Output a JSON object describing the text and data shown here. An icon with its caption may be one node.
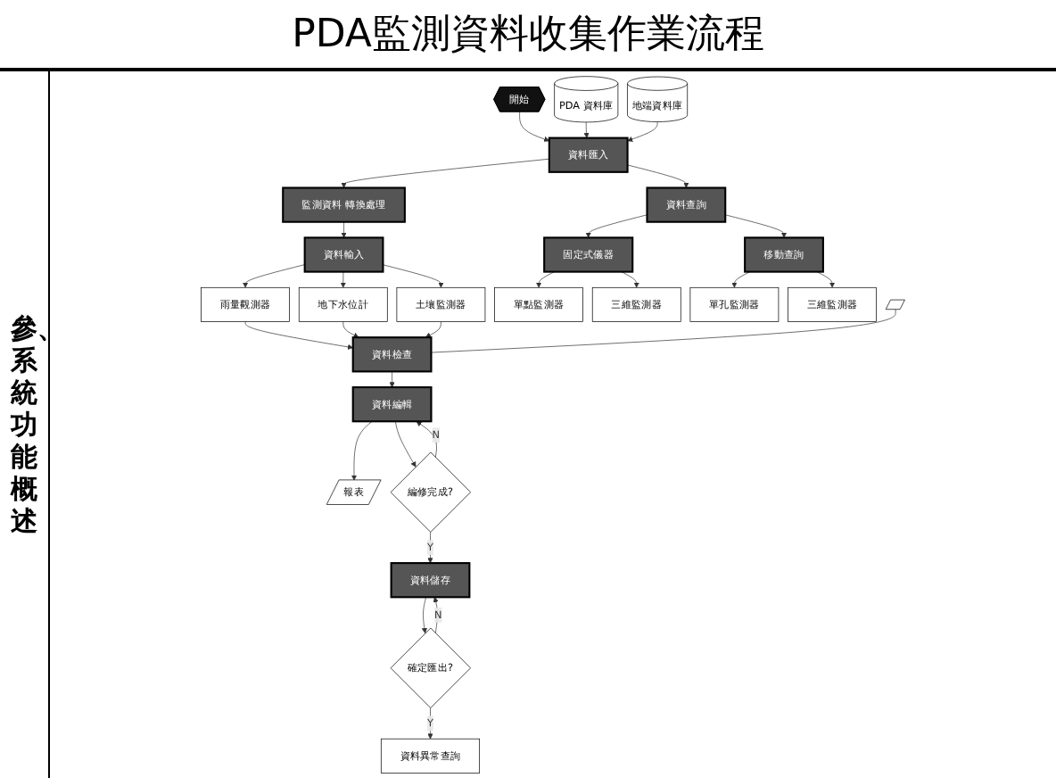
{
  "diagram": {
    "title": "PDA監測資料收集作業流程",
    "nodes": [
      {
        "text": [
          "開始"
        ]
      },
      {
        "text": [
          "PDA 資料庫"
        ]
      },
      {
        "text": [
          "資料匯入"
        ]
      },
      {
        "text": [
          "地端資料庫"
        ]
      },
      {
        "text": [
          "監測資料 轉換處理"
        ]
      },
      {
        "text": [
          "資料查詢"
        ]
      },
      {
        "text": [
          "資料輸入"
        ]
      },
      {
        "text": [
          "固定式儀器"
        ]
      },
      {
        "text": [
          "移動查詢"
        ]
      },
      {
        "text": [
          "雨量觀測器"
        ]
      },
      {
        "text": [
          "地下水位計"
        ]
      },
      {
        "text": [
          "土壤監測器"
        ]
      },
      {
        "text": [
          "單點監測器"
        ]
      },
      {
        "text": [
          "三維監測器"
        ]
      },
      {
        "text": [
          "單孔監測器"
        ]
      },
      {
        "text": [
          "三維監測器"
        ]
      },
      {
        "text": [],
        "shape": "parallelogram"
      },
      {
        "text": [
          "資料檢查"
        ]
      },
      {
        "text": [
          "資料編輯"
        ]
      },
      {
        "text": [
          "報表"
        ]
      },
      {
        "text": [
          "編修完成?"
        ]
      },
      {
        "text": [
          "資料儲存"
        ]
      },
      {
        "text": [
          "確定匯出?"
        ]
      },
      {
        "text": [
          "資料異常查詢"
        ]
      }
    ],
    "edges": [
      {
        "from": 0,
        "to": 2,
        "arrow": "to"
      },
      {
        "from": 1,
        "to": 2,
        "arrow": "to"
      },
      {
        "from": 3,
        "to": 2,
        "arrow": "to"
      },
      {
        "from": 2,
        "to": 4,
        "arrow": "to"
      },
      {
        "from": 2,
        "to": 5,
        "arrow": "to"
      },
      {
        "from": 4,
        "to": 6,
        "arrow": "to"
      },
      {
        "from": 6,
        "to": 9,
        "arrow": "to"
      },
      {
        "from": 6,
        "to": 10,
        "arrow": "to"
      },
      {
        "from": 6,
        "to": 11,
        "arrow": "to"
      },
      {
        "from": 5,
        "to": 7,
        "arrow": "to"
      },
      {
        "from": 5,
        "to": 8,
        "arrow": "to"
      },
      {
        "from": 7,
        "to": 12,
        "arrow": "to"
      },
      {
        "from": 7,
        "to": 13,
        "arrow": "to"
      },
      {
        "from": 8,
        "to": 14,
        "arrow": "to"
      },
      {
        "from": 8,
        "to": 15,
        "arrow": "to"
      },
      {
        "from": 9,
        "to": 17,
        "arrow": "to"
      },
      {
        "from": 10,
        "to": 17,
        "arrow": "to"
      },
      {
        "from": 11,
        "to": 17,
        "arrow": "to"
      },
      {
        "from": 16,
        "to": 17,
        "arrow": "none"
      },
      {
        "from": 17,
        "to": 18,
        "arrow": "to"
      },
      {
        "from": 18,
        "to": 19,
        "arrow": "to"
      },
      {
        "from": 18,
        "to": 20,
        "arrow": "to"
      },
      {
        "from": 20,
        "to": 21,
        "arrow": "to",
        "label": "Y"
      },
      {
        "from": 20,
        "to": 18,
        "arrow": "to",
        "label": "N"
      },
      {
        "from": 21,
        "to": 22,
        "arrow": "to"
      },
      {
        "from": 22,
        "to": 23,
        "arrow": "to",
        "label": "Y"
      },
      {
        "from": 22,
        "to": 21,
        "arrow": "to",
        "label": "N"
      }
    ],
    "labels": [
      "參、系統功能概述"
    ]
  }
}
